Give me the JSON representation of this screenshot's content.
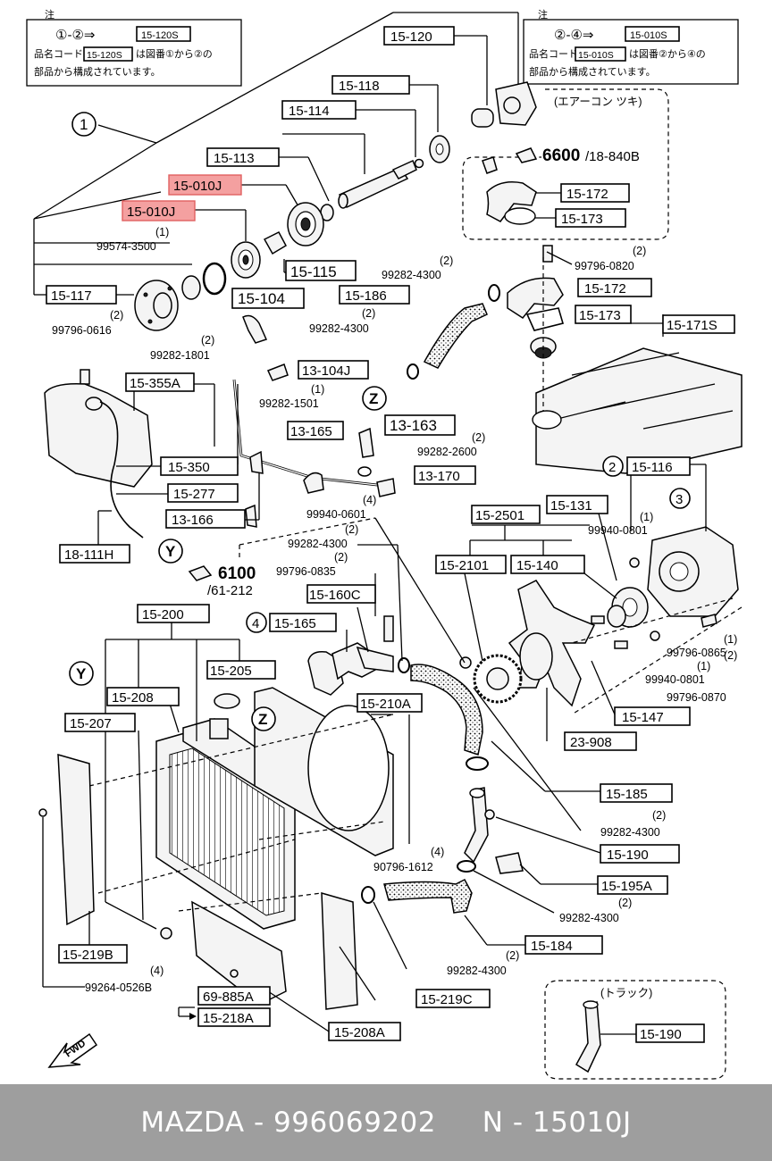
{
  "notes": {
    "left": {
      "symbol": "注",
      "line1": "①-②⇒",
      "line1_code": "15-120S",
      "line2": "品名コード",
      "line2_code": "15-120S",
      "line2_tail": "は図番①から②の",
      "line3": "部品から構成されています。"
    },
    "right": {
      "symbol": "注",
      "line1": "②-④⇒",
      "line1_code": "15-010S",
      "line2": "品名コード",
      "line2_code": "15-010S",
      "line2_tail": "は図番②から④の",
      "line3": "部品から構成されています。"
    }
  },
  "callouts": {
    "aircon": "(エアーコン ツキ)",
    "truck": "(トラック)",
    "ref6600": "6600",
    "ref6600_sub": "/18-840B",
    "ref6100": "6100",
    "ref6100_sub": "/61-212",
    "fwd": "FWD"
  },
  "markers": {
    "c1": "1",
    "c2": "2",
    "c3": "3",
    "c4": "4",
    "y": "Y",
    "z": "Z"
  },
  "boxed_labels": {
    "b15_120": "15-120",
    "b15_118": "15-118",
    "b15_114": "15-114",
    "b15_113": "15-113",
    "b15_010J_a": "15-010J",
    "b15_010J_b": "15-010J",
    "b15_115": "15-115",
    "b15_117": "15-117",
    "b15_104": "15-104",
    "b15_186": "15-186",
    "b15_172a": "15-172",
    "b15_173a": "15-173",
    "b15_172b": "15-172",
    "b15_173b": "15-173",
    "b15_171S": "15-171S",
    "b15_355A": "15-355A",
    "b13_104J": "13-104J",
    "b13_163": "13-163",
    "b13_165": "13-165",
    "b15_350": "15-350",
    "b13_170": "13-170",
    "b15_277": "15-277",
    "b13_166": "13-166",
    "b18_111H": "18-111H",
    "b15_116": "15-116",
    "b15_131": "15-131",
    "b15_2501": "15-2501",
    "b15_2101": "15-2101",
    "b15_140": "15-140",
    "b15_160C": "15-160C",
    "b15_165": "15-165",
    "b15_200": "15-200",
    "b15_205": "15-205",
    "b15_208": "15-208",
    "b15_207": "15-207",
    "b15_210A": "15-210A",
    "b15_147": "15-147",
    "b23_908": "23-908",
    "b15_185": "15-185",
    "b15_190a": "15-190",
    "b15_195A": "15-195A",
    "b15_184": "15-184",
    "b15_219B": "15-219B",
    "b15_219C": "15-219C",
    "b69_885A": "69-885A",
    "b15_218A": "15-218A",
    "b15_208A": "15-208A",
    "b15_190b": "15-190"
  },
  "plain_labels": {
    "p99574": "99574-3500",
    "p99574q": "(1)",
    "p99796_0616": "99796-0616",
    "p99796_0616q": "(2)",
    "p99282_1801": "99282-1801",
    "p99282_1801q": "(2)",
    "p99282_1501": "99282-1501",
    "p99282_1501q": "(1)",
    "p99282_4300a": "99282-4300",
    "p99282_4300aq": "(2)",
    "p99282_4300b": "99282-4300",
    "p99282_4300bq": "(2)",
    "p99796_0820": "99796-0820",
    "p99796_0820q": "(2)",
    "p99282_2600": "99282-2600",
    "p99282_2600q": "(2)",
    "p99940_0601": "99940-0601",
    "p99940_0601q": "(4)",
    "p99282_4300c": "99282-4300",
    "p99282_4300cq": "(2)",
    "p99796_0835": "99796-0835",
    "p99796_0835q": "(2)",
    "p99940_0801a": "99940-0801",
    "p99940_0801aq": "(1)",
    "p99796_0865": "99796-0865",
    "p99796_0865q": "(1)",
    "p99940_0801b": "99940-0801",
    "p99940_0801bq": "(1)",
    "p99796_0870": "99796-0870",
    "p99796_0870q": "(2)",
    "p99282_4300d": "99282-4300",
    "p99282_4300dq": "(2)",
    "p90796_1612": "90796-1612",
    "p90796_1612q": "(4)",
    "p99282_4300e": "99282-4300",
    "p99282_4300eq": "(2)",
    "p99282_4300f": "99282-4300",
    "p99282_4300fq": "(2)",
    "p99264": "99264-0526B",
    "p99264q": "(4)"
  },
  "footer": {
    "brand": "MAZDA",
    "part_number": "996069202",
    "ref": "N - 15010J"
  },
  "colors": {
    "highlight": "#f4a0a0",
    "footer_bg": "#9e9e9e",
    "footer_text": "#ffffff"
  }
}
